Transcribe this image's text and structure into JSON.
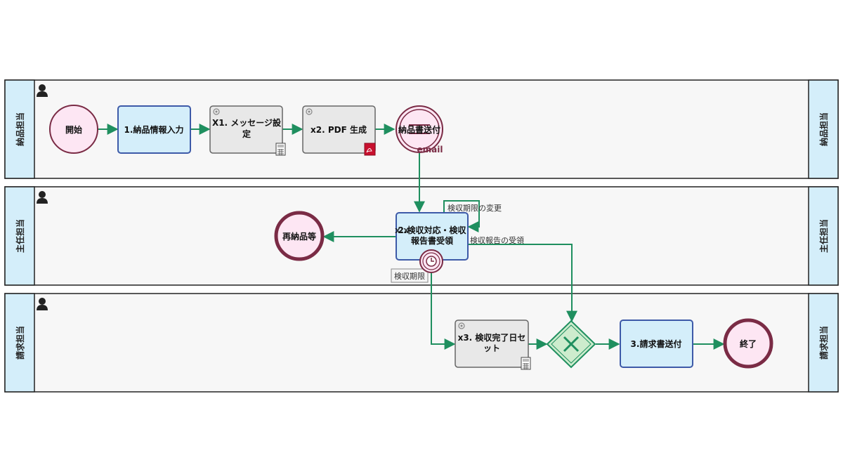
{
  "lanes": [
    {
      "label": "納品担当"
    },
    {
      "label": "主任担当"
    },
    {
      "label": "請求担当"
    }
  ],
  "nodes": {
    "start": {
      "label": "開始"
    },
    "task1": {
      "line1": "1.納品情報入力"
    },
    "taskX1": {
      "line1": "X1. メッセージ設",
      "line2": "定"
    },
    "taskX2": {
      "line1": "x2. PDF 生成"
    },
    "email": {
      "label": "納品書送付",
      "sub": "email"
    },
    "task2": {
      "line1": "2.検収対応・検収",
      "line2": "報告書受領",
      "overlap": "x.x"
    },
    "redeliver": {
      "label": "再納品等"
    },
    "taskX3": {
      "line1": "x3. 検収完了日セ",
      "line2": "ット"
    },
    "task3": {
      "line1": "3.請求書送付"
    },
    "end": {
      "label": "終了"
    }
  },
  "edges": {
    "deadline_change": "検収期限の変更",
    "report_received": "検収報告の受領",
    "deadline": "検収期限"
  },
  "colors": {
    "flow": "#1f8f5f",
    "task_blue_fill": "#d4eefa",
    "task_blue_stroke": "#3d5aa8",
    "task_gray_fill": "#e8e8e8",
    "event_fill": "#fde6f3",
    "event_stroke": "#7a2b45",
    "gateway_fill": "#cdeccd"
  }
}
